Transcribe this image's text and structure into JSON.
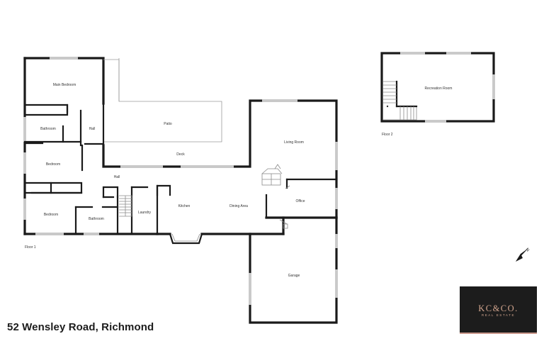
{
  "floor1": {
    "label": "Floor 1",
    "rooms": {
      "main_bedroom": "Main Bedroom",
      "bathroom_top": "Bathroom",
      "hall_top": "Hall",
      "patio": "Patio",
      "deck": "Deck",
      "bedroom_mid": "Bedroom",
      "hall_mid": "Hall",
      "living_room": "Living Room",
      "bedroom_bottom": "Bedroom",
      "bathroom_bottom": "Bathroom",
      "laundry": "Laundry",
      "kitchen": "Kitchen",
      "dining_area": "Dining Area",
      "office": "Office",
      "garage": "Garage"
    }
  },
  "floor2": {
    "label": "Floor 2",
    "rooms": {
      "recreation_room": "Recreation Room"
    }
  },
  "address": "52 Wensley Road, Richmond",
  "compass": {
    "icon": "north-arrow-icon",
    "letter": "N"
  },
  "logo": {
    "name": "KC&CO.",
    "tagline": "REAL ESTATE",
    "background": "#1c1c1c",
    "accent": "#d2a58e"
  }
}
